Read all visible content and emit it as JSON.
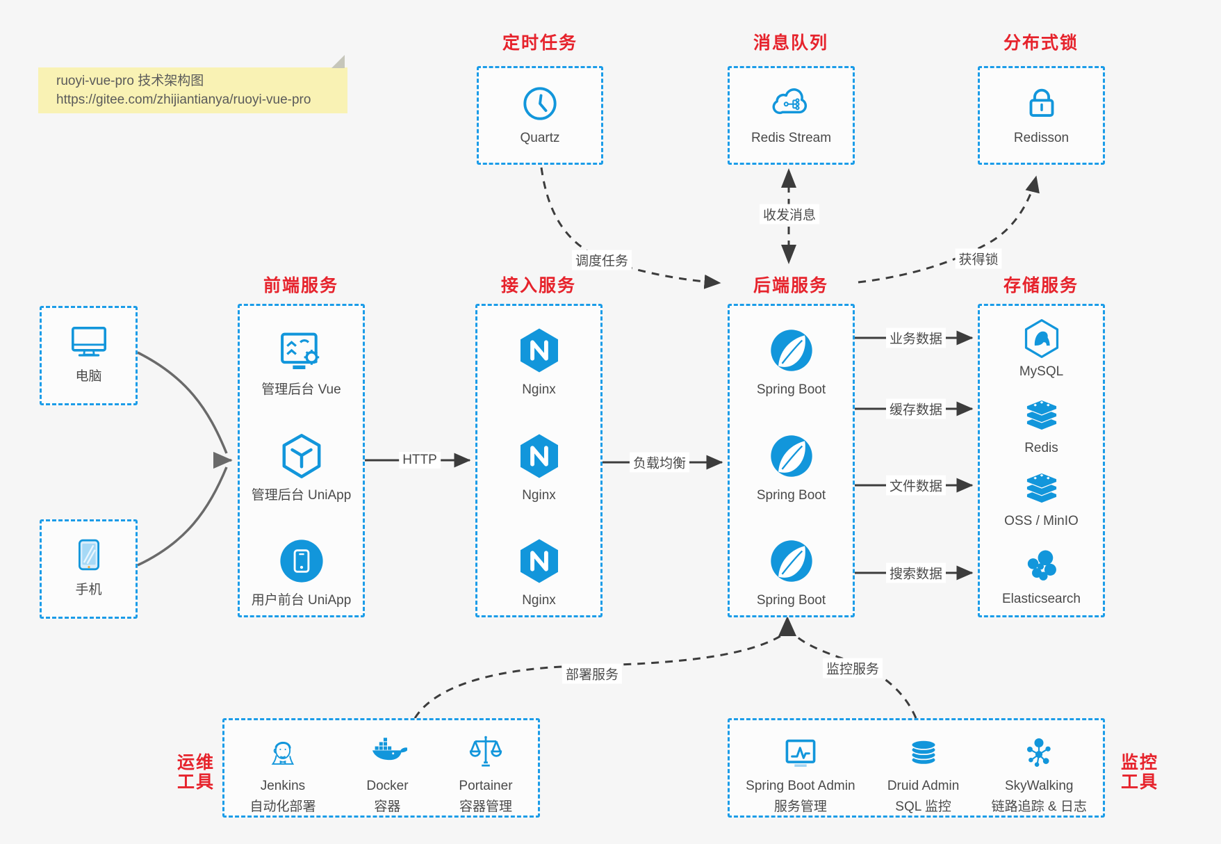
{
  "colors": {
    "accent_blue": "#1296db",
    "dash_blue": "#1b9ce8",
    "title_red": "#e6232c",
    "arrow_dark": "#3c3c3c",
    "note_bg": "#f9f2b4",
    "canvas_bg": "#f6f6f6"
  },
  "note": {
    "line1": "ruoyi-vue-pro 技术架构图",
    "line2": "https://gitee.com/zhijiantianya/ruoyi-vue-pro"
  },
  "top_boxes": [
    {
      "title": "定时任务",
      "icon": "clock-icon",
      "label": "Quartz"
    },
    {
      "title": "消息队列",
      "icon": "cloud-share-icon",
      "label": "Redis Stream"
    },
    {
      "title": "分布式锁",
      "icon": "lock-icon",
      "label": "Redisson"
    }
  ],
  "devices": [
    {
      "icon": "desktop-icon",
      "label": "电脑"
    },
    {
      "icon": "mobile-icon",
      "label": "手机"
    }
  ],
  "columns": [
    {
      "title": "前端服务",
      "items": [
        {
          "icon": "admin-vue-icon",
          "label": "管理后台 Vue"
        },
        {
          "icon": "uniapp-cube-icon",
          "label": "管理后台 UniApp"
        },
        {
          "icon": "user-app-icon",
          "label": "用户前台 UniApp"
        }
      ]
    },
    {
      "title": "接入服务",
      "items": [
        {
          "icon": "nginx-icon",
          "label": "Nginx"
        },
        {
          "icon": "nginx-icon",
          "label": "Nginx"
        },
        {
          "icon": "nginx-icon",
          "label": "Nginx"
        }
      ]
    },
    {
      "title": "后端服务",
      "items": [
        {
          "icon": "spring-boot-icon",
          "label": "Spring Boot"
        },
        {
          "icon": "spring-boot-icon",
          "label": "Spring Boot"
        },
        {
          "icon": "spring-boot-icon",
          "label": "Spring Boot"
        }
      ]
    },
    {
      "title": "存储服务",
      "items": [
        {
          "icon": "mysql-icon",
          "label": "MySQL"
        },
        {
          "icon": "redis-stack-icon",
          "label": "Redis"
        },
        {
          "icon": "storage-stack-icon",
          "label": "OSS / MinIO"
        },
        {
          "icon": "elasticsearch-icon",
          "label": "Elasticsearch"
        }
      ]
    }
  ],
  "tool_boxes": [
    {
      "title_line1": "运维",
      "title_line2": "工具",
      "items": [
        {
          "icon": "jenkins-icon",
          "label": "Jenkins",
          "sublabel": "自动化部署"
        },
        {
          "icon": "docker-icon",
          "label": "Docker",
          "sublabel": "容器"
        },
        {
          "icon": "portainer-icon",
          "label": "Portainer",
          "sublabel": "容器管理"
        }
      ]
    },
    {
      "title_line1": "监控",
      "title_line2": "工具",
      "items": [
        {
          "icon": "spring-boot-admin-icon",
          "label": "Spring Boot Admin",
          "sublabel": "服务管理"
        },
        {
          "icon": "druid-icon",
          "label": "Druid Admin",
          "sublabel": "SQL 监控"
        },
        {
          "icon": "skywalking-icon",
          "label": "SkyWalking",
          "sublabel": "链路追踪 & 日志"
        }
      ]
    }
  ],
  "arrows": {
    "http": "HTTP",
    "load_balance": "负载均衡",
    "schedule": "调度任务",
    "messages": "收发消息",
    "lock": "获得锁",
    "business": "业务数据",
    "cache": "缓存数据",
    "file": "文件数据",
    "search": "搜索数据",
    "deploy": "部署服务",
    "monitor": "监控服务"
  }
}
